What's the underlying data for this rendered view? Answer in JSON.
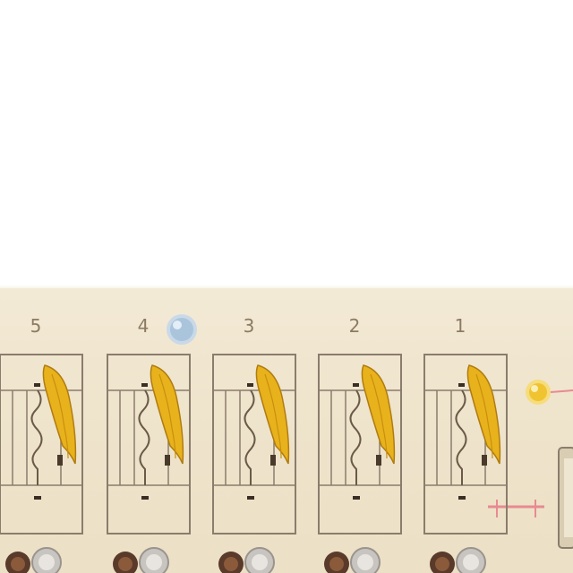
{
  "board": {
    "slots": [
      {
        "label": "5"
      },
      {
        "label": "4"
      },
      {
        "label": "3"
      },
      {
        "label": "2"
      },
      {
        "label": "1"
      }
    ]
  },
  "colors": {
    "board": "#efe4cc",
    "outline": "#8a7d6c",
    "petal": "#e8b21c",
    "petal_edge": "#b07c10",
    "led_blue": "#aac4dc",
    "led_yellow": "#f0c430",
    "trace_pink": "#e88a92",
    "terminal_dark": "#5a3a2a",
    "terminal_ring": "#c8c4c0"
  }
}
